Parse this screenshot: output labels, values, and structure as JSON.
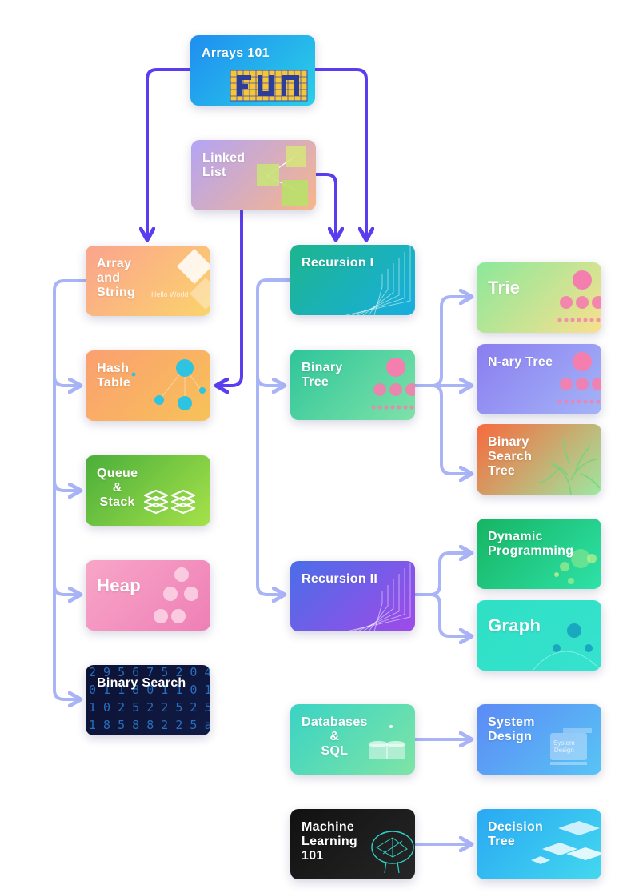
{
  "colors": {
    "link_dark": "#5b3df0",
    "link_light": "#a9b4f7"
  },
  "cards": [
    {
      "id": "arrays101",
      "name": "card-arrays-101",
      "title": "Arrays 101",
      "art": "fun-grid",
      "grad": [
        "#1f8ef0",
        "#2ad0e8"
      ]
    },
    {
      "id": "linkedlist",
      "name": "card-linked-list",
      "title": "Linked\nList",
      "art": "linked-squares",
      "grad": [
        "#b4a4f5",
        "#f7b58a"
      ]
    },
    {
      "id": "arraystring",
      "name": "card-array-and-string",
      "title": "Array\nand\nString",
      "art": "diamonds",
      "sub": "Hello World",
      "grad": [
        "#fba38e",
        "#fbd36c"
      ]
    },
    {
      "id": "hashtable",
      "name": "card-hash-table",
      "title": "Hash\nTable",
      "art": "dots-teal",
      "grad": [
        "#fb9f71",
        "#f7c258"
      ]
    },
    {
      "id": "queuestack",
      "name": "card-queue-stack",
      "title": "Queue\n&\nStack",
      "art": "layers",
      "grad": [
        "#4aae3a",
        "#a6e24a"
      ],
      "center": true
    },
    {
      "id": "heap",
      "name": "card-heap",
      "title": "Heap",
      "art": "heap-bubbles",
      "grad": [
        "#f8a6c8",
        "#ee7fb6"
      ],
      "big": true
    },
    {
      "id": "binarysearch",
      "name": "card-binary-search",
      "title": "Binary Search",
      "art": "digits",
      "grad": [
        "#0d1233",
        "#101a44"
      ]
    },
    {
      "id": "recursion1",
      "name": "card-recursion-i",
      "title": "Recursion I",
      "art": "nested-lines",
      "grad": [
        "#1db58d",
        "#18aee0"
      ]
    },
    {
      "id": "binarytree",
      "name": "card-binary-tree",
      "title": "Binary\nTree",
      "art": "tree-pink",
      "grad": [
        "#2ec59a",
        "#7ee2a8"
      ]
    },
    {
      "id": "trie",
      "name": "card-trie",
      "title": "Trie",
      "art": "tree-pink",
      "grad": [
        "#8be89a",
        "#f9e08e"
      ],
      "big": true
    },
    {
      "id": "narytree",
      "name": "card-n-ary-tree",
      "title": "N-ary Tree",
      "art": "tree-pink",
      "grad": [
        "#8a7df0",
        "#a4b4f7"
      ]
    },
    {
      "id": "bst",
      "name": "card-binary-search-tree",
      "title": "Binary\nSearch\nTree",
      "art": "branches",
      "grad": [
        "#f8693c",
        "#9de8a0"
      ]
    },
    {
      "id": "recursion2",
      "name": "card-recursion-ii",
      "title": "Recursion II",
      "art": "nested-lines",
      "grad": [
        "#4a6ee8",
        "#a04ae8"
      ]
    },
    {
      "id": "dp",
      "name": "card-dynamic-programming",
      "title": "Dynamic\nProgramming",
      "art": "dp-bubbles",
      "grad": [
        "#16b462",
        "#2ee2a8"
      ]
    },
    {
      "id": "graph",
      "name": "card-graph",
      "title": "Graph",
      "art": "graph-nodes",
      "grad": [
        "#2ee0c4",
        "#36e2cf"
      ],
      "big": true
    },
    {
      "id": "databases",
      "name": "card-databases-sql",
      "title": "Databases\n&\nSQL",
      "art": "cylinders",
      "grad": [
        "#3ad3c4",
        "#7ee4a6"
      ],
      "center": true
    },
    {
      "id": "systemdesign",
      "name": "card-system-design",
      "title": "System\nDesign",
      "art": "monitor",
      "sub": "System\nDesign",
      "grad": [
        "#5c8af5",
        "#58c4f5"
      ]
    },
    {
      "id": "ml101",
      "name": "card-machine-learning-101",
      "title": "Machine\nLearning\n101",
      "art": "brain",
      "grad": [
        "#111111",
        "#262626"
      ]
    },
    {
      "id": "decisiontree",
      "name": "card-decision-tree",
      "title": "Decision\nTree",
      "art": "diamond-stack",
      "grad": [
        "#2aa8f2",
        "#43d8f0"
      ]
    }
  ]
}
